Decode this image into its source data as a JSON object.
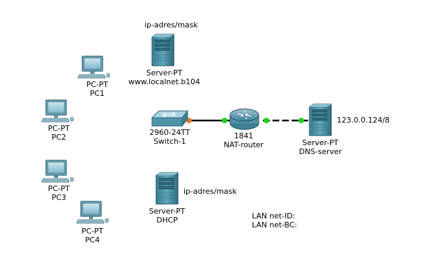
{
  "devices": {
    "pc1": {
      "model": "PC-PT",
      "name": "PC1"
    },
    "pc2": {
      "model": "PC-PT",
      "name": "PC2"
    },
    "pc3": {
      "model": "PC-PT",
      "name": "PC3"
    },
    "pc4": {
      "model": "PC-PT",
      "name": "PC4"
    },
    "web_server": {
      "note": "ip-adres/mask",
      "model": "Server-PT",
      "name": "www.localnet.b104"
    },
    "switch": {
      "model": "2960-24TT",
      "name": "Switch-1"
    },
    "router": {
      "model": "1841",
      "name": "NAT-router"
    },
    "dns_server": {
      "model": "Server-PT",
      "name": "DNS-server",
      "ip": "123.0.0.124/8"
    },
    "dhcp_server": {
      "note": "ip-adres/mask",
      "model": "Server-PT",
      "name": "DHCP"
    }
  },
  "notes": {
    "lan_net_id": "LAN net-ID:",
    "lan_net_bc": "LAN net-BC:"
  },
  "colors": {
    "link_up": "#19d119",
    "link_down": "#f07a2a",
    "cable": "#000000",
    "device_teal": "#4a8fa3"
  },
  "icons": {
    "pc": "pc-computer-icon",
    "server": "server-tower-icon",
    "switch": "switch-icon",
    "router": "router-icon"
  }
}
